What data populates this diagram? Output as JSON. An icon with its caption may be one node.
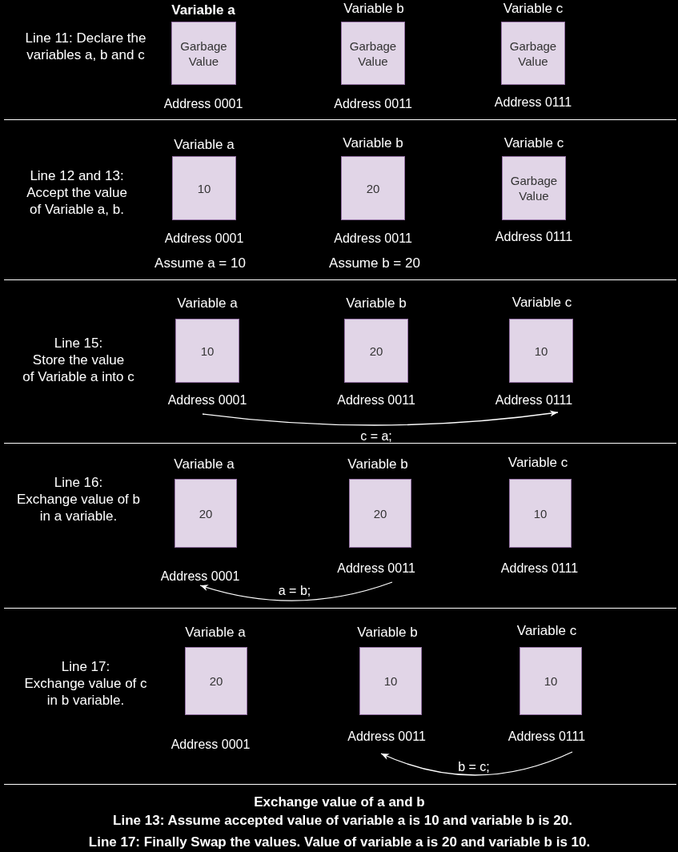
{
  "diagram": {
    "caption": "Exchange value of a and b",
    "nodes": [
      {
        "text": [
          "Variable a",
          "Garbage Value"
        ],
        "beside": [
          "Address 0001"
        ]
      },
      {
        "text": [
          "Variable b",
          "Garbage Value"
        ],
        "beside": [
          "Address 0011"
        ]
      },
      {
        "text": [
          "Variable c",
          "Garbage Value"
        ],
        "beside": [
          "Address 0111"
        ]
      },
      {
        "text": [
          "Variable a",
          "10"
        ],
        "beside": [
          "Address 0001",
          "Assume a = 10"
        ]
      },
      {
        "text": [
          "Variable b",
          "20"
        ],
        "beside": [
          "Address 0011",
          "Assume b = 20"
        ]
      },
      {
        "text": [
          "Variable c",
          "Garbage Value"
        ],
        "beside": [
          "Address 0111"
        ]
      },
      {
        "text": [
          "Variable a",
          "10"
        ],
        "beside": [
          "Address 0001"
        ]
      },
      {
        "text": [
          "Variable b",
          "20"
        ],
        "beside": [
          "Address 0011"
        ]
      },
      {
        "text": [
          "Variable c",
          "10"
        ],
        "beside": [
          "Address 0111"
        ]
      },
      {
        "text": [
          "Variable a",
          "20"
        ],
        "beside": [
          "Address 0001"
        ]
      },
      {
        "text": [
          "Variable b",
          "20"
        ],
        "beside": [
          "Address 0011"
        ]
      },
      {
        "text": [
          "Variable c",
          "10"
        ],
        "beside": [
          "Address 0111"
        ]
      },
      {
        "text": [
          "Variable a",
          "20"
        ],
        "beside": [
          "Address 0001"
        ]
      },
      {
        "text": [
          "Variable b",
          "10"
        ],
        "beside": [
          "Address 0011"
        ]
      },
      {
        "text": [
          "Variable c",
          "10"
        ],
        "beside": [
          "Address 0111"
        ]
      }
    ],
    "edges": [
      {
        "from": 6,
        "to": 8,
        "arrow": "to",
        "label": "c = a;"
      },
      {
        "from": 10,
        "to": 9,
        "arrow": "to",
        "label": "a = b;"
      },
      {
        "from": 14,
        "to": 13,
        "arrow": "to",
        "label": "b = c;"
      }
    ],
    "labels": [
      "Line 11: Declare the variables a, b and c",
      "Line 12 and 13: Accept the value of Variable a, b.",
      "Line 15: Store the value of Variable a into c",
      "Line 16: Exchange value of b in a variable.",
      "Line 17: Exchange value of c in b variable.",
      "Line 13: Assume accepted value of variable a is 10 and variable b is 20.",
      "Line 17: Finally Swap the values. Value of variable a is 20 and variable b is 10."
    ]
  }
}
